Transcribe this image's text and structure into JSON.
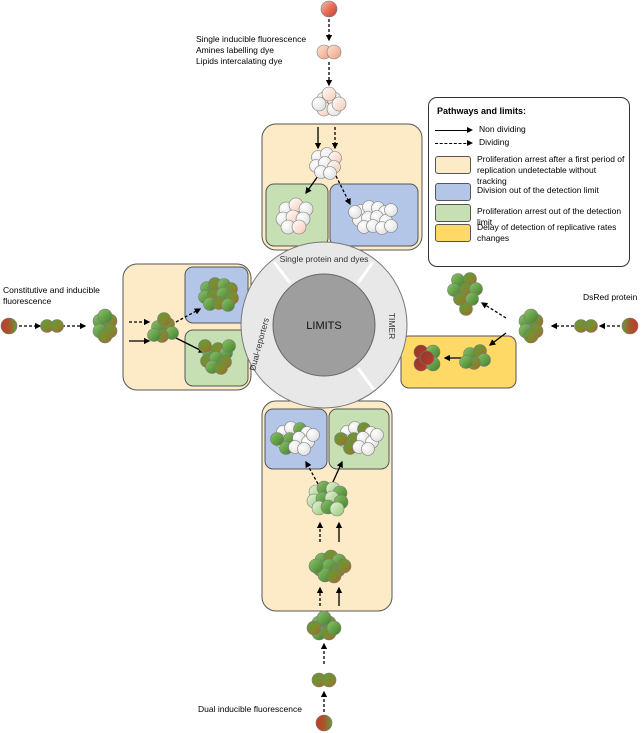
{
  "labels": {
    "single_line1": "Single inducible fluorescence",
    "single_line2": "Amines labelling dye",
    "single_line3": "Lipids intercalating dye",
    "constitutive_line1": "Constitutive and inducible",
    "constitutive_line2": "fluorescence",
    "dsred": "DsRed protein",
    "dual": "Dual inducible fluorescence"
  },
  "center": {
    "core": "LIMITS",
    "top_segment": "Single protein and dyes",
    "right_segment": "TIMER",
    "left_segment": "Dual-reporters"
  },
  "legend": {
    "title": "Pathways and limits:",
    "non_dividing": "Non dividing",
    "dividing": "Dividing",
    "items": [
      {
        "text": "Proliferation arrest after a first period of replication undetectable without tracking",
        "color": "#fdebc8"
      },
      {
        "text": "Division out of the detection limit",
        "color": "#b4c6e7"
      },
      {
        "text": "Proliferation arrest out of the detection limit",
        "color": "#c6e0b4"
      },
      {
        "text": "Delay of detection of replicative rates changes",
        "color": "#ffd966"
      }
    ]
  },
  "colors": {
    "cream": "#fdebc8",
    "blue": "#b4c6e7",
    "green_box": "#c6e0b4",
    "yellow": "#ffd966",
    "cell_green": "#5e9e3a",
    "cell_red": "#c0392b",
    "ring": "#e8e8e8",
    "core": "#9e9e9e"
  }
}
